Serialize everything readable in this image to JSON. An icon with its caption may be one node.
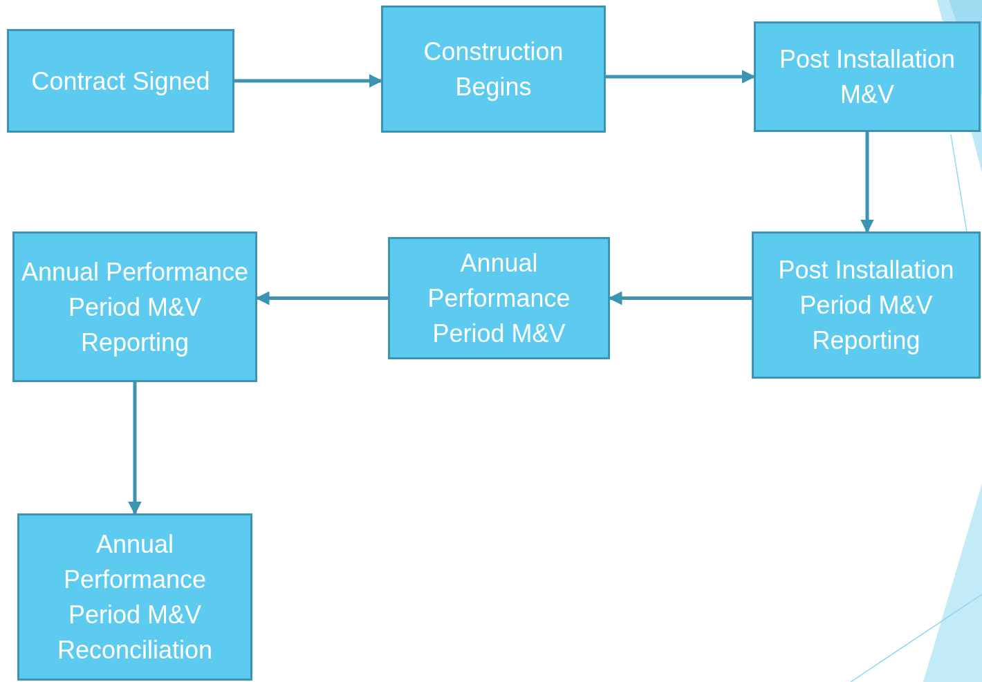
{
  "diagram": {
    "nodes": [
      {
        "text": [
          "Contract Signed"
        ]
      },
      {
        "text": [
          "Construction Begins"
        ]
      },
      {
        "text": [
          "Post Installation M&V"
        ]
      },
      {
        "text": [
          "Post Installation Period M&V Reporting"
        ]
      },
      {
        "text": [
          "Annual Performance Period M&V"
        ]
      },
      {
        "text": [
          "Annual Performance Period M&V Reporting"
        ]
      },
      {
        "text": [
          "Annual Performance Period M&V Reconciliation"
        ]
      }
    ],
    "edges": [
      {
        "from": 0,
        "to": 1,
        "arrow": "to"
      },
      {
        "from": 1,
        "to": 2,
        "arrow": "to"
      },
      {
        "from": 2,
        "to": 3,
        "arrow": "to"
      },
      {
        "from": 3,
        "to": 4,
        "arrow": "to"
      },
      {
        "from": 4,
        "to": 5,
        "arrow": "to"
      },
      {
        "from": 5,
        "to": 6,
        "arrow": "to"
      }
    ]
  }
}
